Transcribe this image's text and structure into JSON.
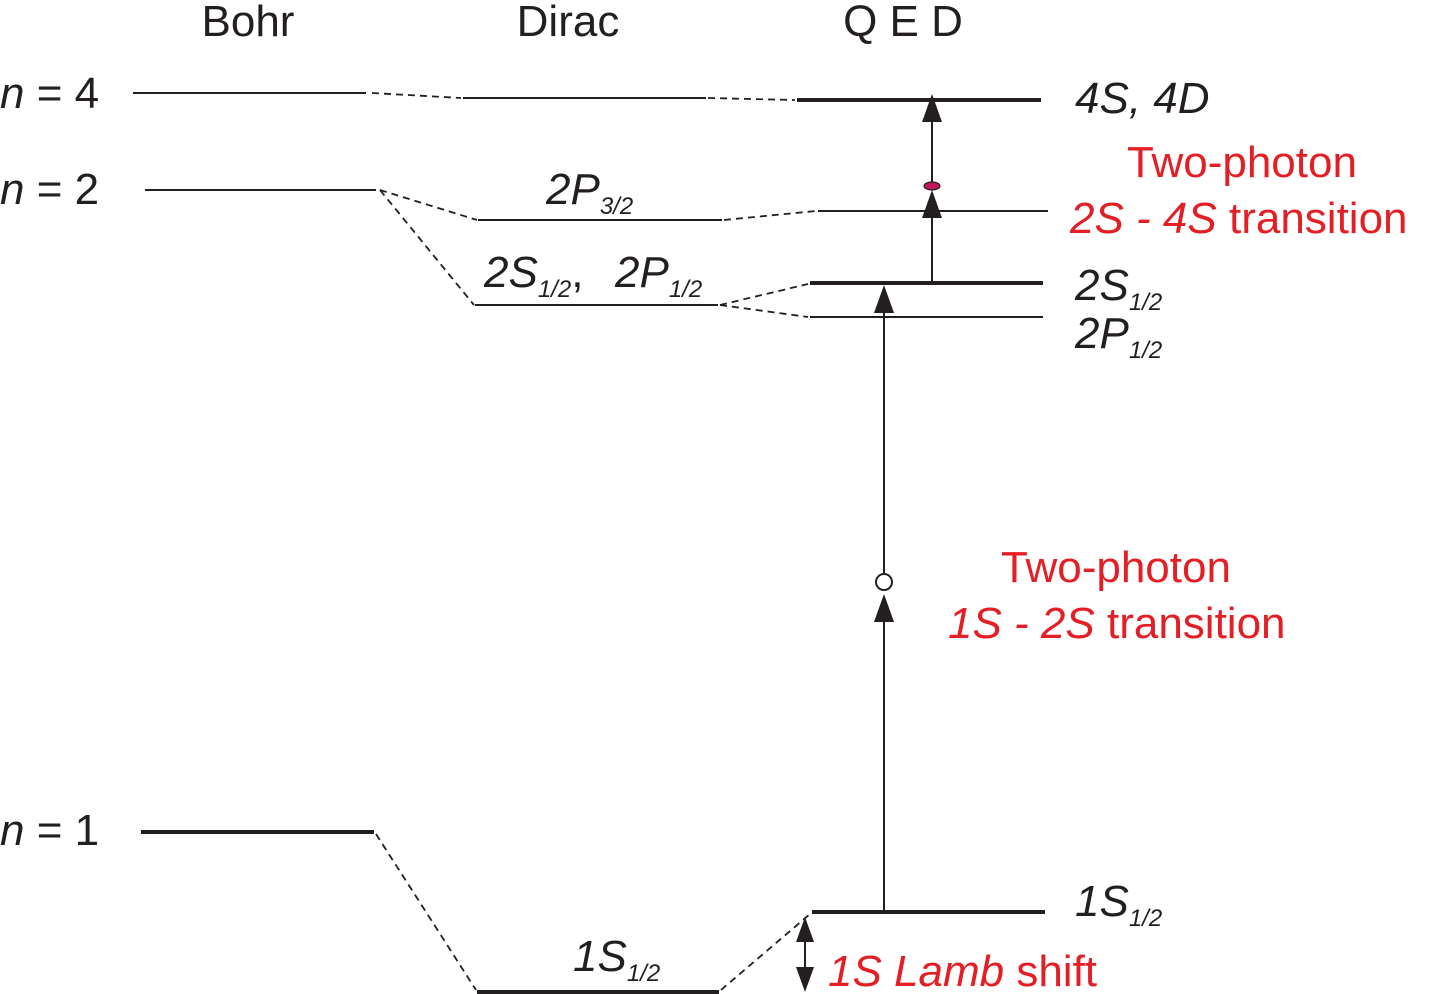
{
  "columns": {
    "bohr": "Bohr",
    "dirac": "Dirac",
    "qed": "Q E D"
  },
  "bohr_levels": {
    "n4": {
      "var": "n",
      "rest": " = 4"
    },
    "n2": {
      "var": "n",
      "rest": " = 2"
    },
    "n1": {
      "var": "n",
      "rest": " = 1"
    }
  },
  "dirac_levels": {
    "p32": {
      "main": "2P",
      "sub": "3/2"
    },
    "s12": {
      "main": "2S",
      "sub": "1/2"
    },
    "s12_comma": ",",
    "p12": {
      "main": "2P",
      "sub": "1/2"
    },
    "ground": {
      "main": "1S",
      "sub": "1/2"
    }
  },
  "qed_levels": {
    "s4d4": "4S, 4D",
    "s2": {
      "main": "2S",
      "sub": "1/2"
    },
    "p2": {
      "main": "2P",
      "sub": "1/2"
    },
    "s1": {
      "main": "1S",
      "sub": "1/2"
    }
  },
  "annotations": {
    "two_four": {
      "line1": "Two-photon",
      "line2_italic": "2S - 4S",
      "line2_rest": " transition"
    },
    "one_two": {
      "line1": "Two-photon",
      "line2_italic": "1S - 2S",
      "line2_rest": " transition"
    },
    "lamb": {
      "italic": "1S Lamb",
      "rest": " shift"
    }
  },
  "colors": {
    "ink": "#231f20",
    "accent": "#e31e24",
    "photon_marker": "#c2185b"
  }
}
